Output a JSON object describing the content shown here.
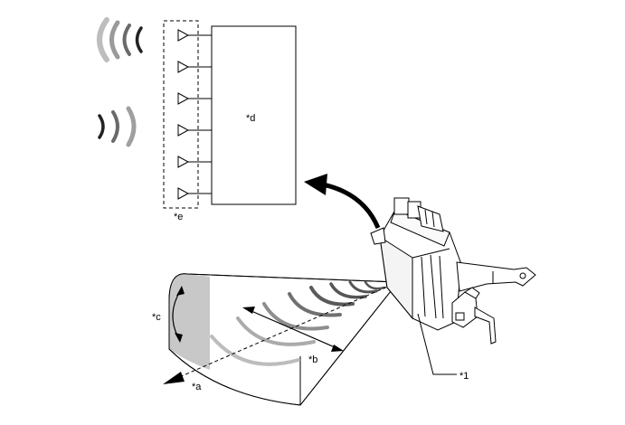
{
  "labels": {
    "a": "*a",
    "b": "*b",
    "c": "*c",
    "d": "*d",
    "e": "*e",
    "part1": "*1"
  },
  "colors": {
    "line": "#000000",
    "wave_dark": "#555555",
    "wave_mid": "#8a8a8a",
    "wave_light": "#b8b8b8",
    "shade": "#c8c8c8",
    "fill_light": "#f2f2f2"
  },
  "icons": {
    "antenna": "triangle-antenna-icon",
    "transmit_wave": "transmit-wave-icon",
    "receive_wave": "receive-wave-icon",
    "radar_sensor": "radar-sensor-unit-icon",
    "direction_arrow": "curved-arrow-icon"
  }
}
